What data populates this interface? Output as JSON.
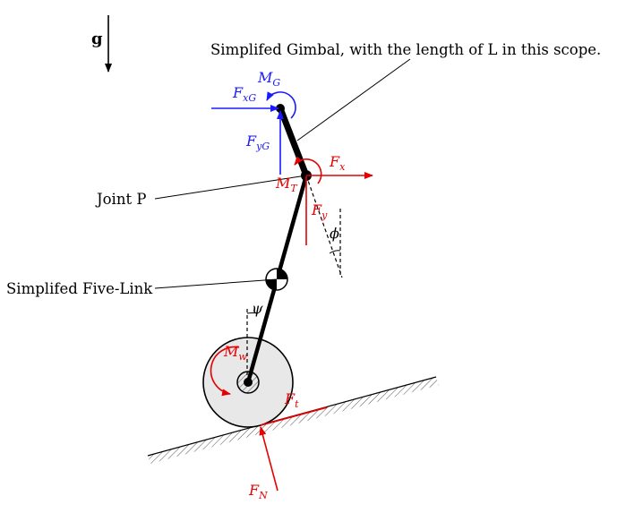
{
  "gravity": {
    "label": "g"
  },
  "annotations": {
    "gimbal": "Simplifed Gimbal, with the length of L in this scope.",
    "joint": "Joint P",
    "fivelink": "Simplifed Five-Link"
  },
  "forces": {
    "MG": "M",
    "MG_sub": "G",
    "FxG": "F",
    "FxG_sub": "xG",
    "FyG": "F",
    "FyG_sub": "yG",
    "Fx": "F",
    "Fx_sub": "x",
    "Fy": "F",
    "Fy_sub": "y",
    "MT": "M",
    "MT_sub": "T",
    "Mw": "M",
    "Mw_sub": "w",
    "Ft": "F",
    "Ft_sub": "t",
    "FN": "F",
    "FN_sub": "N"
  },
  "angles": {
    "phi": "ϕ",
    "psi": "ψ"
  },
  "colors": {
    "blue": "#1a1aff",
    "red": "#e60000",
    "black": "#000000",
    "wheel_fill": "#e8e8e8"
  }
}
